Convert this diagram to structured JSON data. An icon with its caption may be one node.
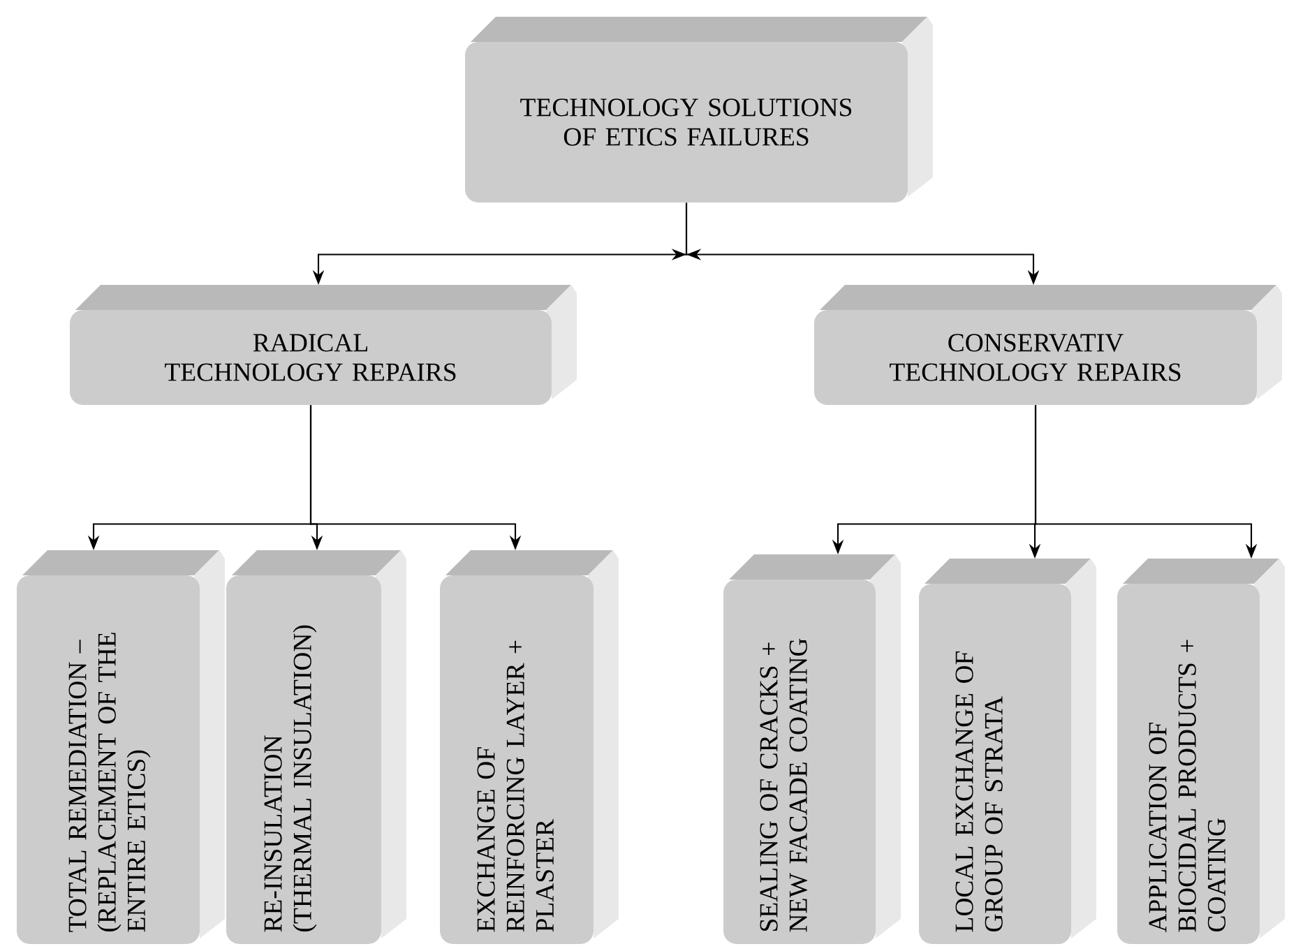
{
  "diagram": {
    "nodes": [
      {
        "text": [
          "TECHNOLOGY SOLUTIONS OF ETICS FAILURES"
        ]
      },
      {
        "text": [
          "RADICAL TECHNOLOGY REPAIRS"
        ]
      },
      {
        "text": [
          "CONSERVATIV TECHNOLOGY REPAIRS"
        ]
      },
      {
        "text": [
          "TOTAL REMEDIATION – (REPLACEMENT OF THE ENTIRE ETICS)"
        ]
      },
      {
        "text": [
          "RE-INSULATION (THERMAL INSULATION)"
        ]
      },
      {
        "text": [
          "EXCHANGE OF REINFORCING LAYER + PLASTER"
        ]
      },
      {
        "text": [
          "SEALING OF CRACKS + NEW FACADE COATING"
        ]
      },
      {
        "text": [
          "LOCAL EXCHANGE OF GROUP OF STRATA"
        ]
      },
      {
        "text": [
          "APPLICATION OF BIOCIDAL PRODUCTS + COATING"
        ]
      }
    ],
    "edges": [
      {
        "from": 0,
        "to": 1,
        "arrow": "to"
      },
      {
        "from": 0,
        "to": 2,
        "arrow": "to"
      },
      {
        "from": 1,
        "to": 3,
        "arrow": "to"
      },
      {
        "from": 1,
        "to": 4,
        "arrow": "to"
      },
      {
        "from": 1,
        "to": 5,
        "arrow": "to"
      },
      {
        "from": 2,
        "to": 6,
        "arrow": "to"
      },
      {
        "from": 2,
        "to": 7,
        "arrow": "to"
      },
      {
        "from": 2,
        "to": 8,
        "arrow": "to"
      }
    ]
  }
}
